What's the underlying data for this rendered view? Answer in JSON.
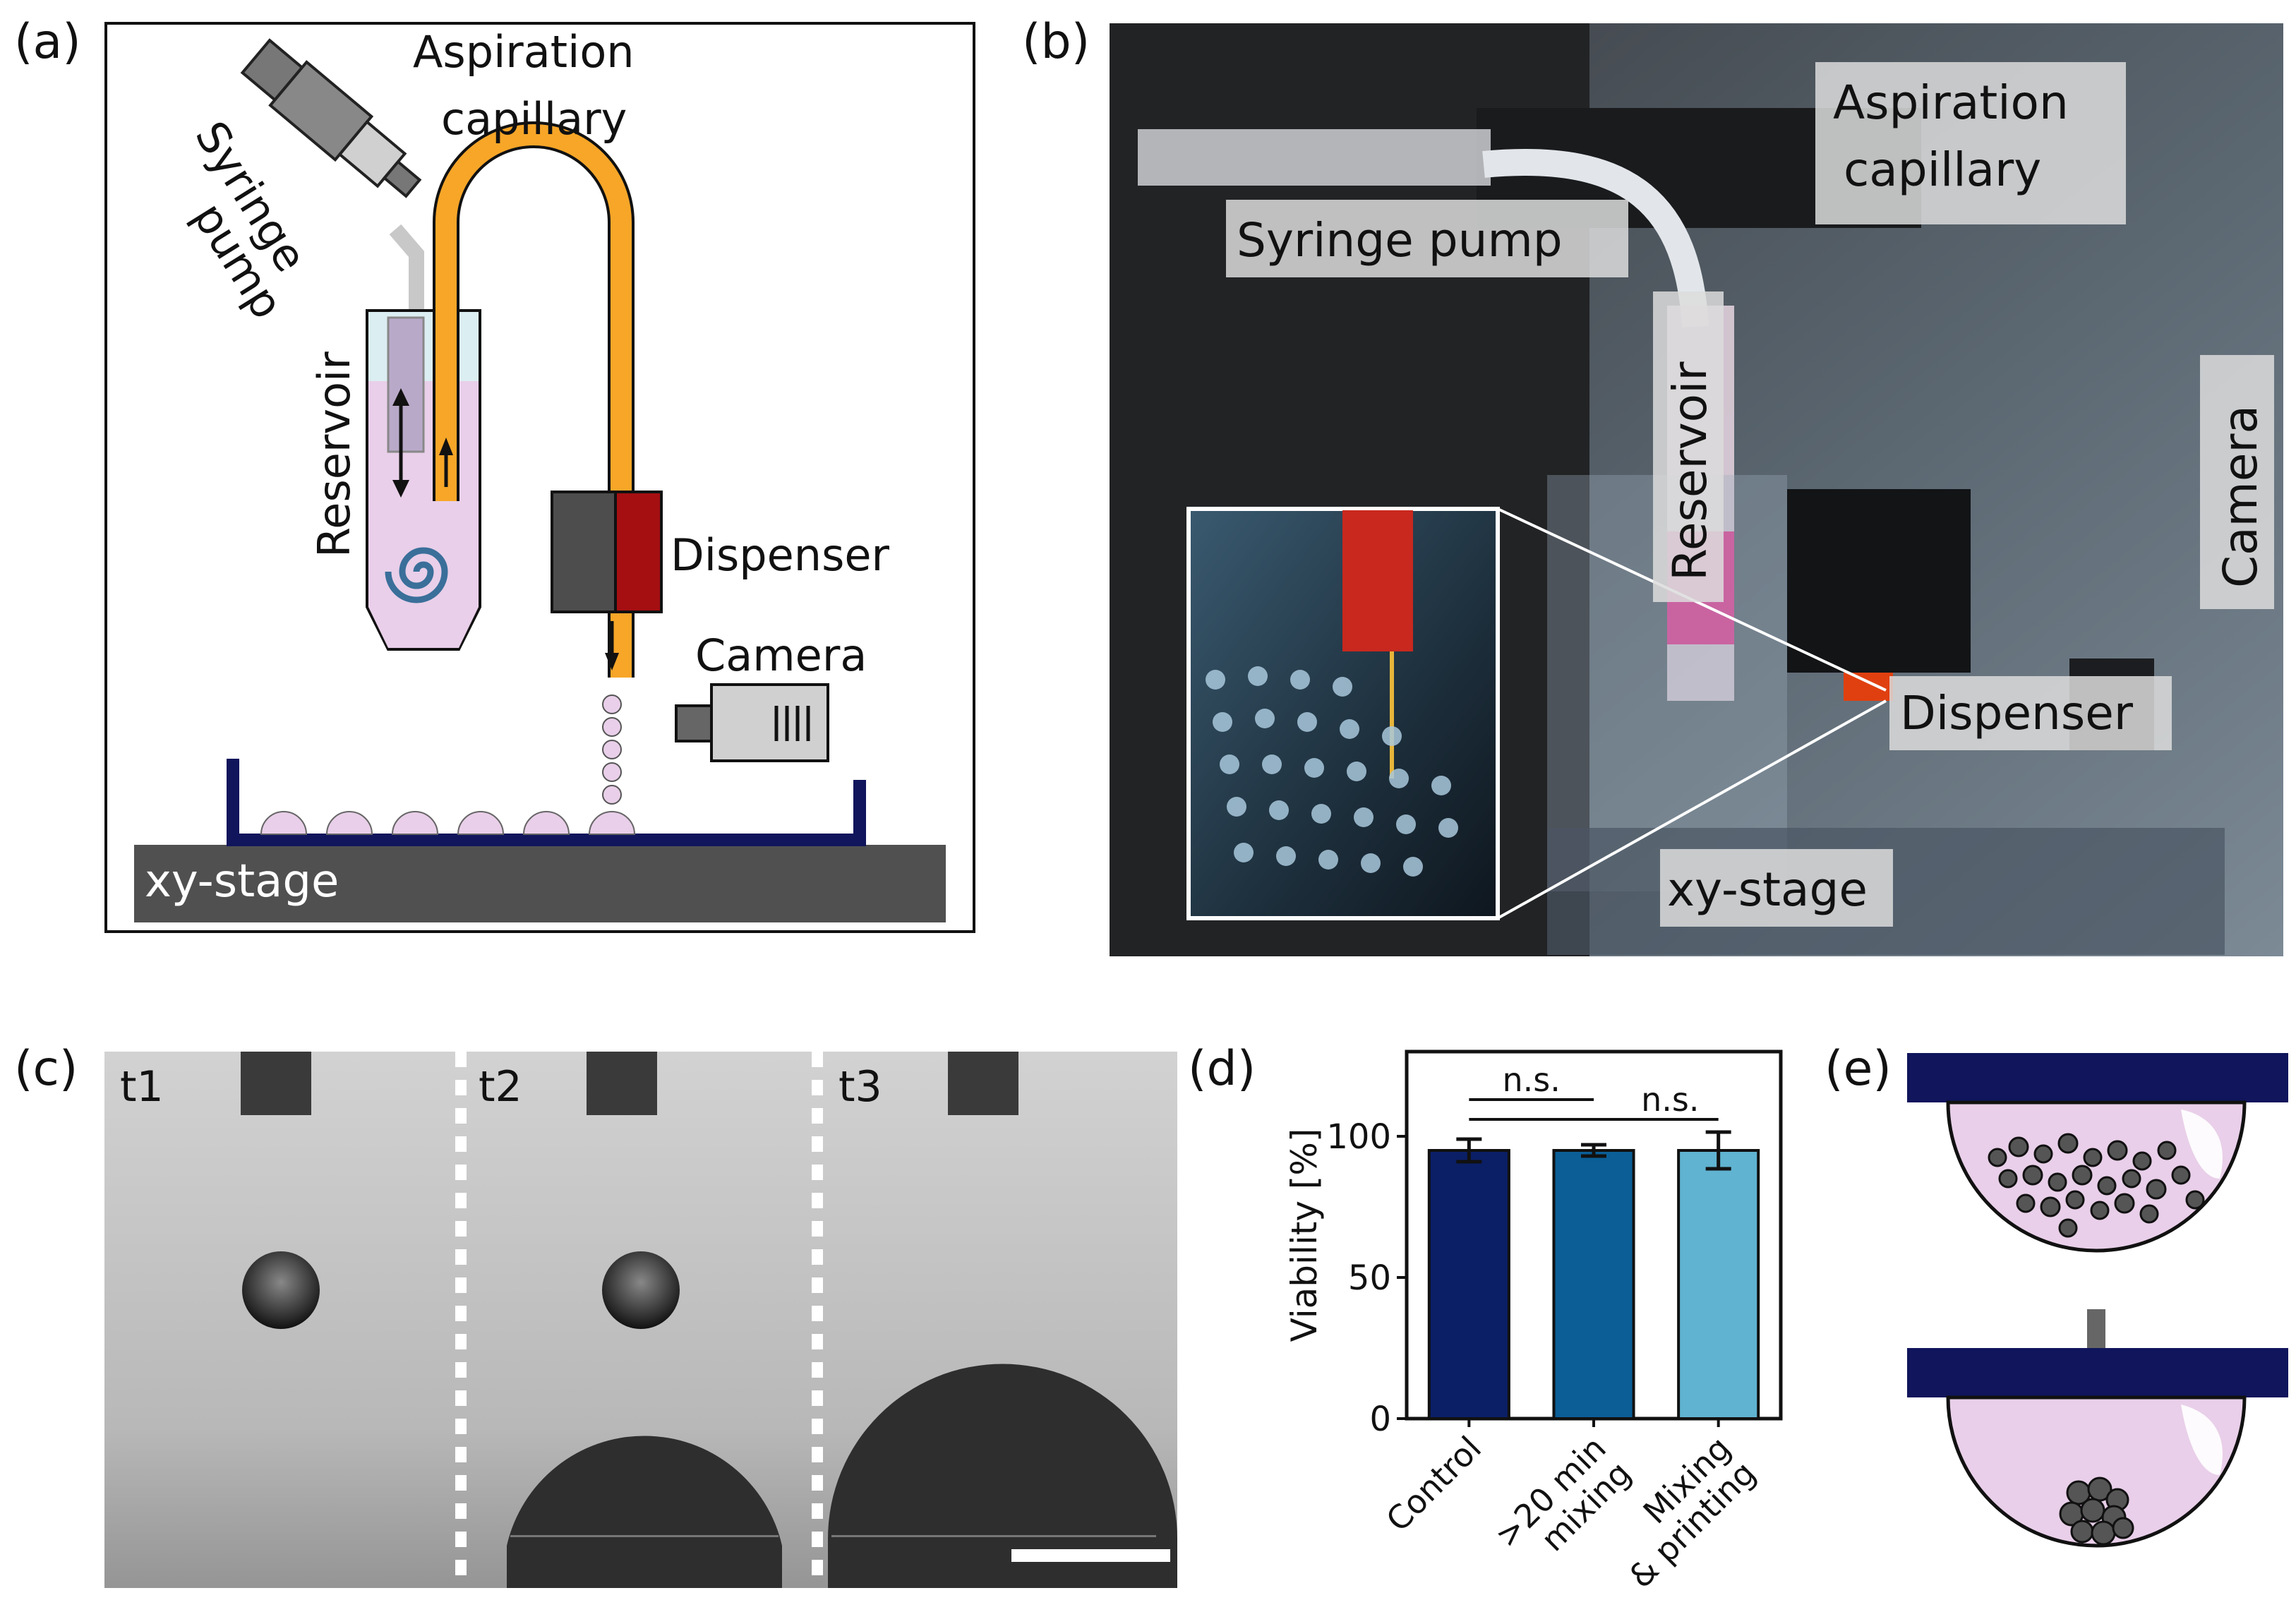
{
  "panels": {
    "a": {
      "label": "(a)",
      "aspiration_capillary": [
        "Aspiration",
        "capillary"
      ],
      "syringe_pump": [
        "Syringe",
        "pump"
      ],
      "reservoir": "Reservoir",
      "dispenser": "Dispenser",
      "camera": "Camera",
      "stage": "xy-stage"
    },
    "b": {
      "label": "(b)",
      "aspiration_capillary": [
        "Aspiration",
        "capillary"
      ],
      "syringe_pump": "Syringe pump",
      "reservoir": "Reservoir",
      "camera": "Camera",
      "dispenser": "Dispenser",
      "stage": "xy-stage"
    },
    "c": {
      "label": "(c)",
      "frames": [
        "t1",
        "t2",
        "t3"
      ]
    },
    "d": {
      "label": "(d)",
      "significance": [
        "n.s.",
        "n.s."
      ]
    },
    "e": {
      "label": "(e)"
    }
  },
  "chart_data": {
    "type": "bar",
    "categories": [
      [
        "Control"
      ],
      [
        ">20 min",
        "mixing"
      ],
      [
        "Mixing",
        "& printing"
      ]
    ],
    "series": [
      {
        "values": [
          95,
          95,
          95
        ],
        "errors": [
          4,
          2,
          6.5
        ],
        "colors": [
          "#0b1f66",
          "#0b5e96",
          "#60b3d1"
        ]
      }
    ],
    "ylabel": "Viability [%]",
    "yticks": [
      0,
      50,
      100
    ],
    "ylim": [
      0,
      130
    ],
    "annotations": [
      "n.s.",
      "n.s."
    ]
  },
  "colors": {
    "capillary": "#f7a628",
    "reservoir_fill": "#e9cfe9",
    "dispenser_red": "#a50f12",
    "dispenser_dark": "#4d4d4d",
    "stage": "#505050",
    "dish": "#10155c",
    "spheroid": "#555555"
  }
}
